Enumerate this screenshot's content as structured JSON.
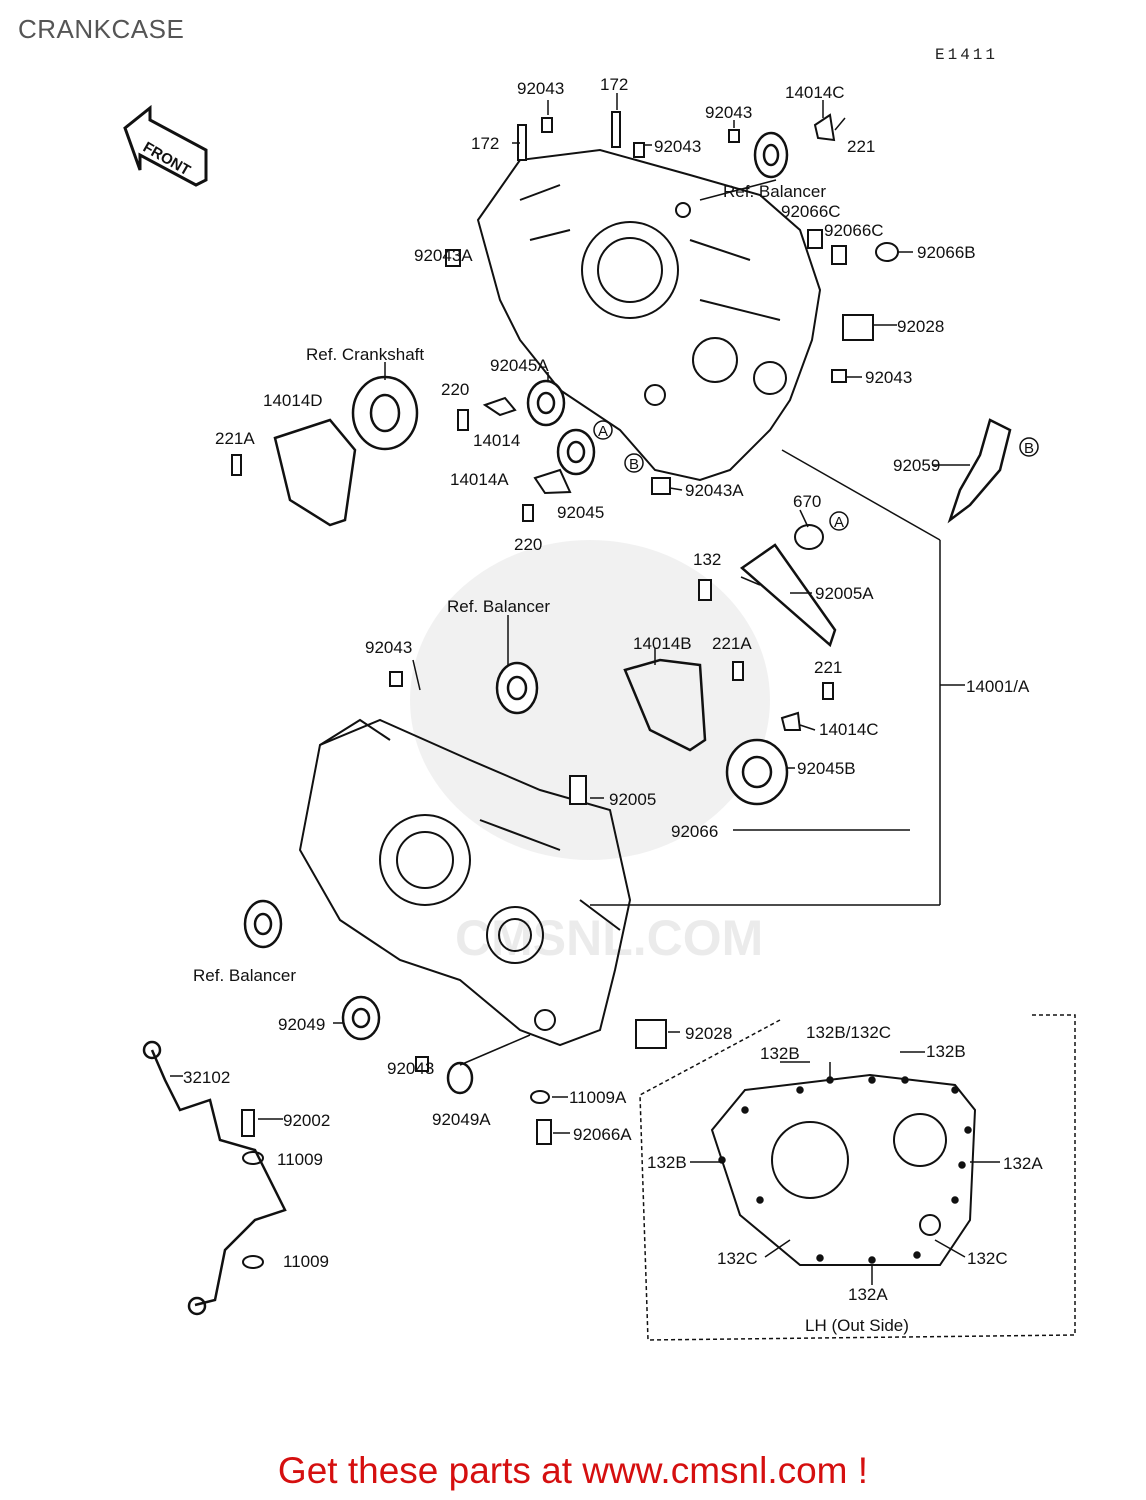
{
  "page": {
    "title": "CRANKCASE",
    "diagram_code": "E1411"
  },
  "front_arrow": {
    "label": "FRONT"
  },
  "promo": {
    "text": "Get these parts at www.cmsnl.com !"
  },
  "watermark": {
    "text": "CMSNL.COM"
  },
  "callouts": {
    "top_92043": "92043",
    "top_172a": "172",
    "top_172b": "172",
    "top_92043b": "92043",
    "top_92043c": "92043",
    "top_14014c": "14014C",
    "top_221": "221",
    "ref_balancer_top": "Ref. Balancer",
    "p92066c_a": "92066C",
    "p92066c_b": "92066C",
    "p92066b": "92066B",
    "p92043a_top": "92043A",
    "p92028_top": "92028",
    "p92043_right": "92043",
    "ref_crankshaft": "Ref. Crankshaft",
    "p92045a": "92045A",
    "p14014d": "14014D",
    "p220_a": "220",
    "p14014": "14014",
    "p221a_left": "221A",
    "p14014a": "14014A",
    "p92045": "92045",
    "p220_b": "220",
    "p92043a_mid": "92043A",
    "p92059": "92059",
    "p670": "670",
    "p132": "132",
    "p92005a": "92005A",
    "ref_balancer_mid": "Ref. Balancer",
    "p92043_mid": "92043",
    "p14014b": "14014B",
    "p221a_mid": "221A",
    "p221_mid": "221",
    "p14001a": "14001/A",
    "p14014c_mid": "14014C",
    "p92045b": "92045B",
    "p92005": "92005",
    "p92066": "92066",
    "ref_balancer_low": "Ref. Balancer",
    "p92049": "92049",
    "p92043_low": "92043",
    "p92049a": "92049A",
    "p92028_low": "92028",
    "p11009a": "11009A",
    "p92066a": "92066A",
    "p32102": "32102",
    "p92002": "92002",
    "p11009_a": "11009",
    "p11009_b": "11009",
    "inset_132b_top": "132B",
    "inset_132b132c": "132B/132C",
    "inset_132b_right": "132B",
    "inset_132b_left": "132B",
    "inset_132a_right": "132A",
    "inset_132c_left": "132C",
    "inset_132c_right": "132C",
    "inset_132a_bottom": "132A",
    "inset_caption": "LH (Out Side)",
    "marker_a1": "A",
    "marker_b1": "B",
    "marker_a2": "A",
    "marker_b2": "B"
  }
}
